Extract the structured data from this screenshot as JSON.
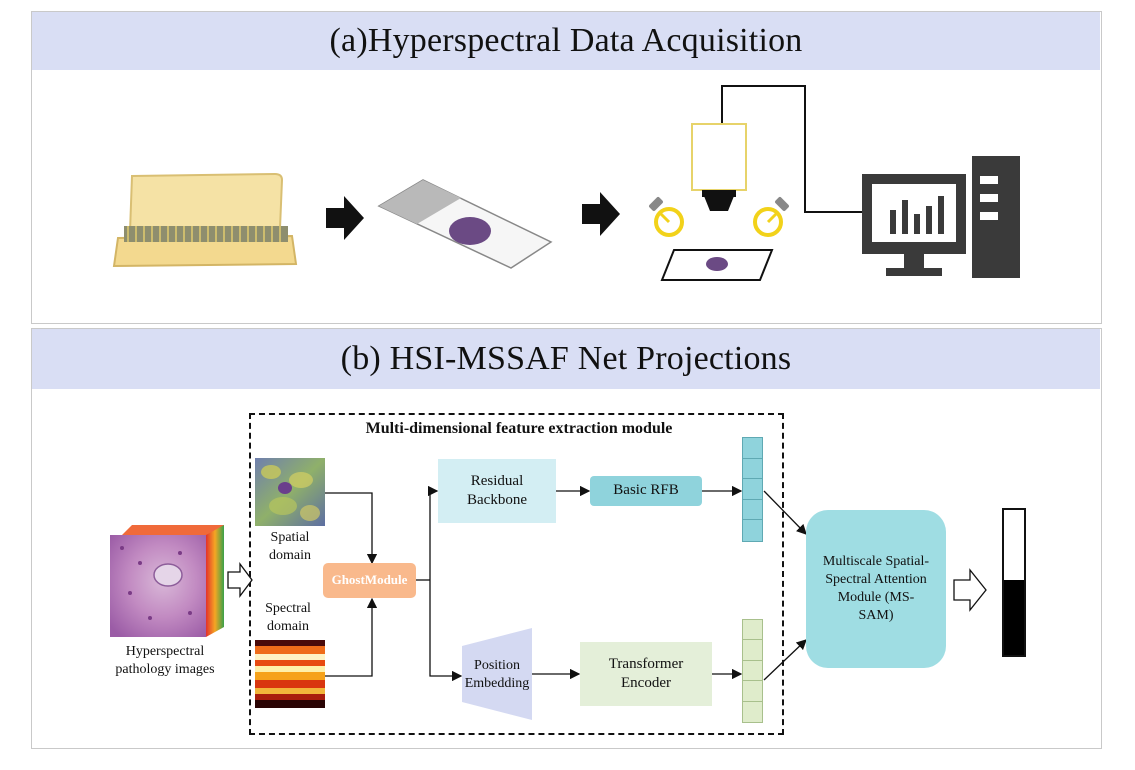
{
  "section_a": {
    "title": "(a)Hyperspectral Data Acquisition"
  },
  "section_b": {
    "title": "(b) HSI-MSSAF Net Projections"
  },
  "module": {
    "title": "Multi-dimensional feature extraction module"
  },
  "labels": {
    "input_images": "Hyperspectral pathology images",
    "spatial_domain": "Spatial domain",
    "spectral_domain": "Spectral domain",
    "ghost_module": "GhostModule",
    "residual_backbone": "Residual Backbone",
    "basic_rfb": "Basic RFB",
    "position_embedding": "Position Embedding",
    "transformer_encoder": "Transformer Encoder",
    "ms_sam": "Multiscale Spatial-Spectral Attention Module (MS-SAM)"
  },
  "colors": {
    "band": "#d9def4",
    "ghost": "#f9b98c",
    "residual": "#d3eef3",
    "rfb": "#8fd3dc",
    "feature_cyan": "#8fd3dc",
    "feature_green": "#dfeccb",
    "transformer": "#e4efd9",
    "position": "#d4d9f2",
    "ms_sam": "#9fdde3",
    "slide_box": "#f3dc93",
    "tissue": "#6b4a84",
    "lamp": "#f2d21a"
  },
  "icons": [
    "slide-box-icon",
    "glass-slide-icon",
    "microscope-setup-icon",
    "computer-icon",
    "arrow-right-icon"
  ],
  "output_bar": {
    "filled_fraction": 0.52
  }
}
